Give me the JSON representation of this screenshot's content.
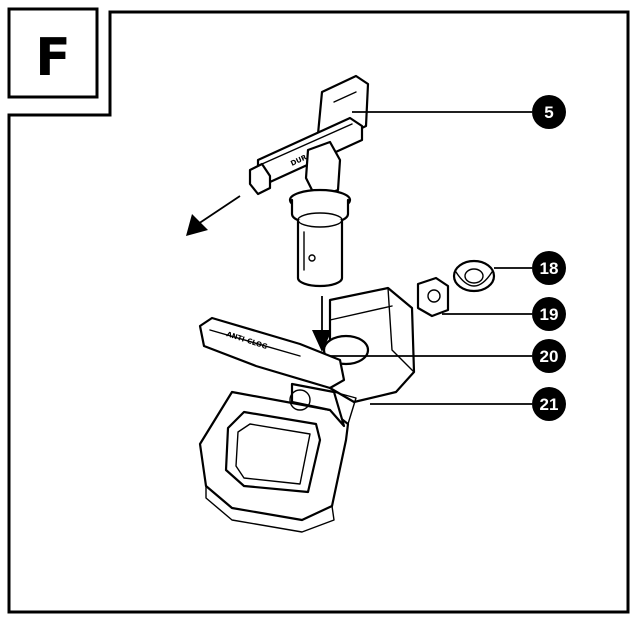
{
  "panel": {
    "letter": "F"
  },
  "parts": {
    "tip_stamp": "DURAMAX",
    "guard_stamp": "ANTI-CLOG"
  },
  "callouts": [
    {
      "id": "5"
    },
    {
      "id": "18"
    },
    {
      "id": "19"
    },
    {
      "id": "20"
    },
    {
      "id": "21"
    }
  ],
  "colors": {
    "ink": "#000000",
    "paper": "#ffffff"
  },
  "icons": [
    "arrow-left-down-icon",
    "arrow-down-icon"
  ]
}
